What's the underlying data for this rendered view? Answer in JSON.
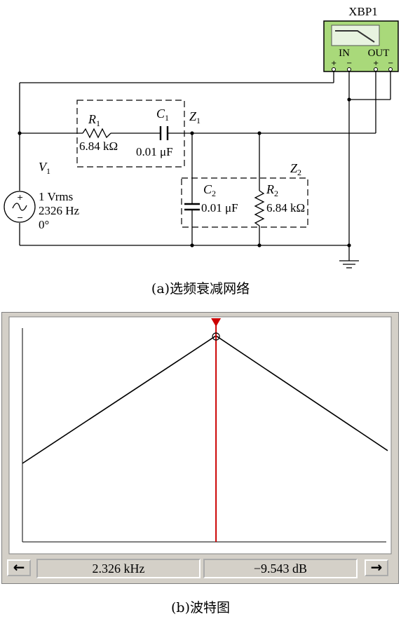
{
  "circuit": {
    "instrument_label": "XBP1",
    "in_label": "IN",
    "out_label": "OUT",
    "plus": "+",
    "minus": "−",
    "r1": {
      "name": "R",
      "sub": "1",
      "value": "6.84 kΩ"
    },
    "c1": {
      "name": "C",
      "sub": "1",
      "value": "0.01 μF"
    },
    "z1": {
      "name": "Z",
      "sub": "1"
    },
    "z2": {
      "name": "Z",
      "sub": "2"
    },
    "c2": {
      "name": "C",
      "sub": "2",
      "value": "0.01 μF"
    },
    "r2": {
      "name": "R",
      "sub": "2",
      "value": "6.84 kΩ"
    },
    "v1": {
      "name": "V",
      "sub": "1",
      "amplitude": "1 Vrms",
      "frequency": "2326 Hz",
      "phase": "0°"
    }
  },
  "caption_a": "(a)选频衰减网络",
  "caption_b": "(b)波特图",
  "bode": {
    "readout_frequency": "2.326 kHz",
    "readout_gain": "−9.543 dB",
    "left_arrow": "←",
    "right_arrow": "→",
    "colors": {
      "trace": "#000000",
      "cursor": "#cc0000",
      "background": "#d4d0c8"
    }
  },
  "chart_data": {
    "type": "line",
    "title": "",
    "xlabel": "",
    "ylabel": "",
    "x_scale": "log",
    "xlim_fraction": [
      0,
      1
    ],
    "peak_fraction": 0.53,
    "cursor": {
      "frequency_khz": 2.326,
      "gain_db": -9.543
    },
    "series": [
      {
        "points": [
          [
            0.0,
            0.0
          ],
          [
            0.53,
            1.0
          ],
          [
            1.0,
            0.1
          ]
        ]
      }
    ],
    "grid": false
  }
}
